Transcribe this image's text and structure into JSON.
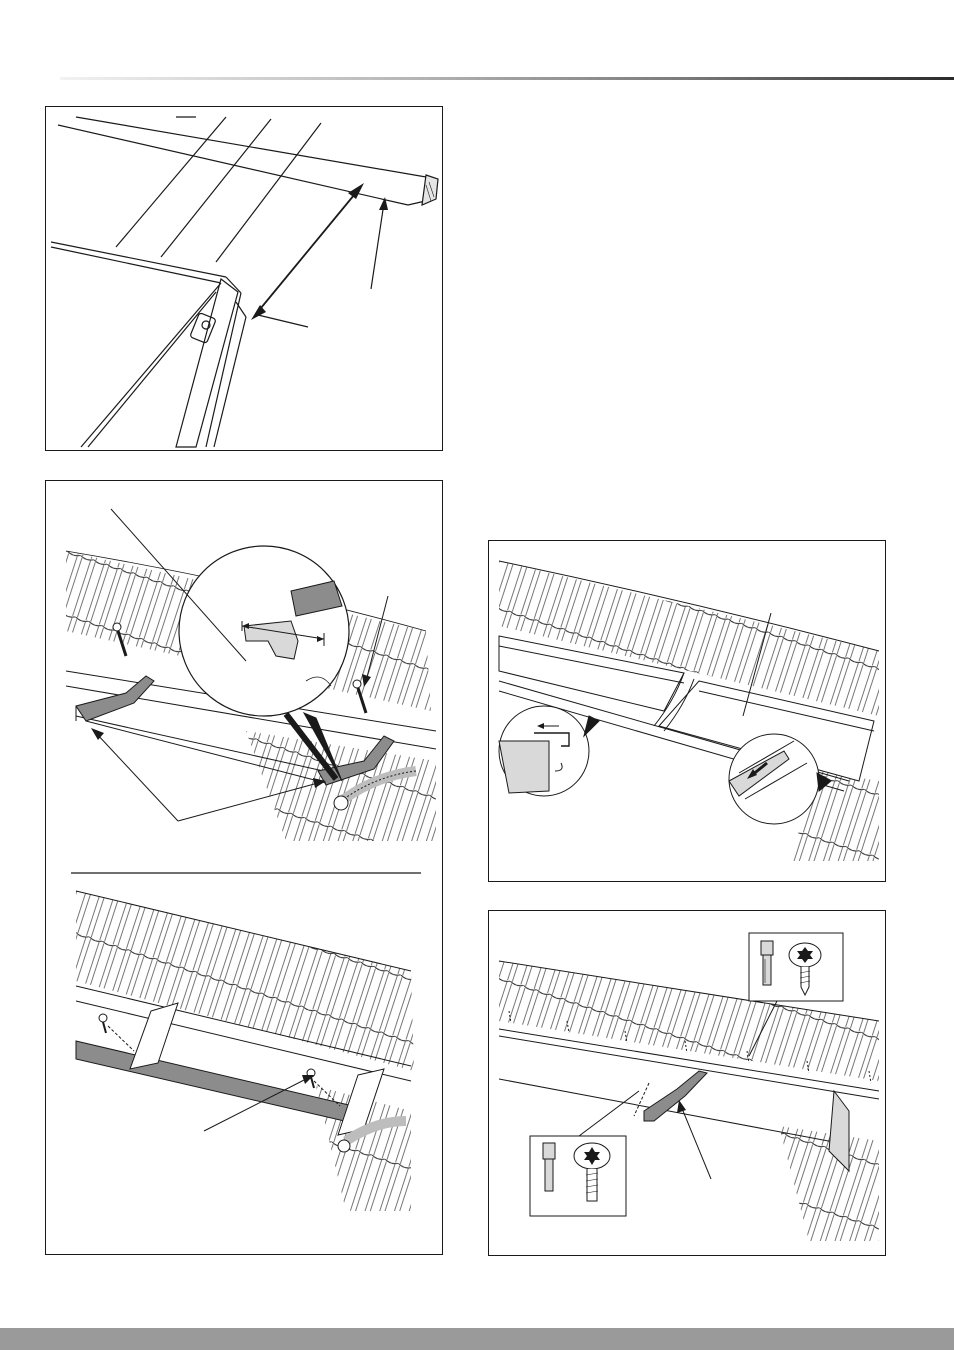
{
  "document": {
    "colors": {
      "line": "#1a1a1a",
      "metal_fill": "#8c8c8c",
      "light_fill": "#d9d9d9",
      "footer_bar": "#9a9a9a"
    },
    "figures": [
      {
        "id": "fig-1",
        "description_icon": "batten-distance-illustration"
      },
      {
        "id": "fig-2",
        "description_icon": "bracket-mounting-illustration"
      },
      {
        "id": "fig-3",
        "description_icon": "flashing-sheet-illustration"
      },
      {
        "id": "fig-4",
        "description_icon": "strap-screw-illustration"
      }
    ],
    "icons": [
      "torx-bit-icon",
      "pan-head-screw-icon",
      "countersunk-screw-icon",
      "arrow-icon"
    ]
  }
}
